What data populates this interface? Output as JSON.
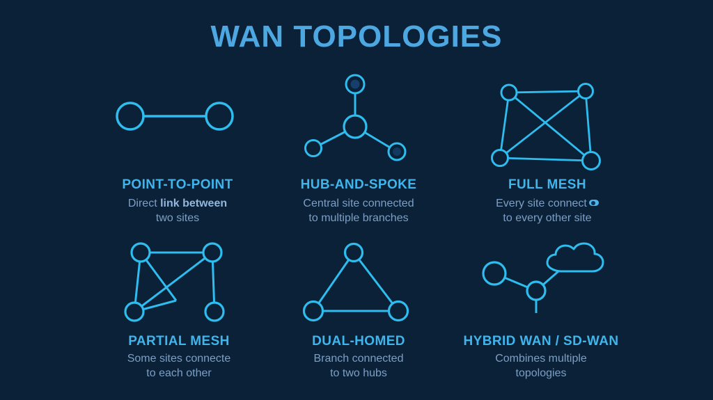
{
  "page": {
    "title": "WAN TOPOLOGIES"
  },
  "colors": {
    "background": "#0a2137",
    "diagram_stroke": "#2fbcee",
    "title_text": "#4da8e2",
    "heading_text": "#40b5ec",
    "description_text": "#7d9fc6",
    "node_inner_dot_top": "#16406b",
    "node_inner_dot_right": "#123a61"
  },
  "cards": [
    {
      "id": "point-to-point",
      "icon": "point-to-point-diagram",
      "title": "POINT-TO-POINT",
      "desc_line1_regular": "Direct ",
      "desc_line1_bold": "link between",
      "desc_line2": "two sites"
    },
    {
      "id": "hub-and-spoke",
      "icon": "hub-and-spoke-diagram",
      "title": "HUB-AND-SPOKE",
      "desc_line1": "Central site connected",
      "desc_line2": "to multiple branches"
    },
    {
      "id": "full-mesh",
      "icon": "full-mesh-diagram",
      "title": "FULL MESH",
      "desc_line1": "Every site connect",
      "desc_line1_suffix_icon": "eye-glyph",
      "desc_line2": "to every other site"
    },
    {
      "id": "partial-mesh",
      "icon": "partial-mesh-diagram",
      "title": "PARTIAL MESH",
      "desc_line1": "Some sites connecte",
      "desc_line2": "to each other"
    },
    {
      "id": "dual-homed",
      "icon": "dual-homed-diagram",
      "title": "DUAL-HOMED",
      "desc_line1": "Branch connected",
      "desc_line2": "to two hubs"
    },
    {
      "id": "hybrid-wan-sd-wan",
      "icon": "hybrid-wan-diagram",
      "title": "HYBRID WAN / SD-WAN",
      "desc_line1": "Combines multiple",
      "desc_line2": "topologies"
    }
  ]
}
